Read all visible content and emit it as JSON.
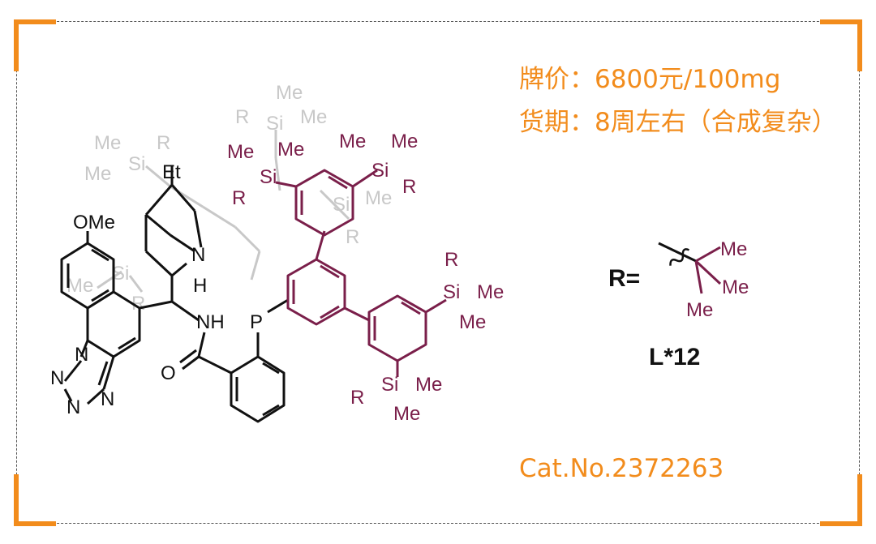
{
  "price_text": "牌价：6800元/100mg",
  "lead_time_text": "货期：8周左右（合成复杂）",
  "catalog_number": "Cat.No.2372263",
  "r_label": "R=",
  "ligand_name": "L*12",
  "atoms": {
    "ome": "OMe",
    "et": "Et",
    "n": "N",
    "h": "H",
    "nh": "NH",
    "o": "O",
    "p": "P",
    "si": "Si",
    "me": "Me",
    "r": "R"
  },
  "colors": {
    "accent": "#f28c1c",
    "silyl": "#7a1f4a",
    "ghost": "#c8c8c8"
  }
}
